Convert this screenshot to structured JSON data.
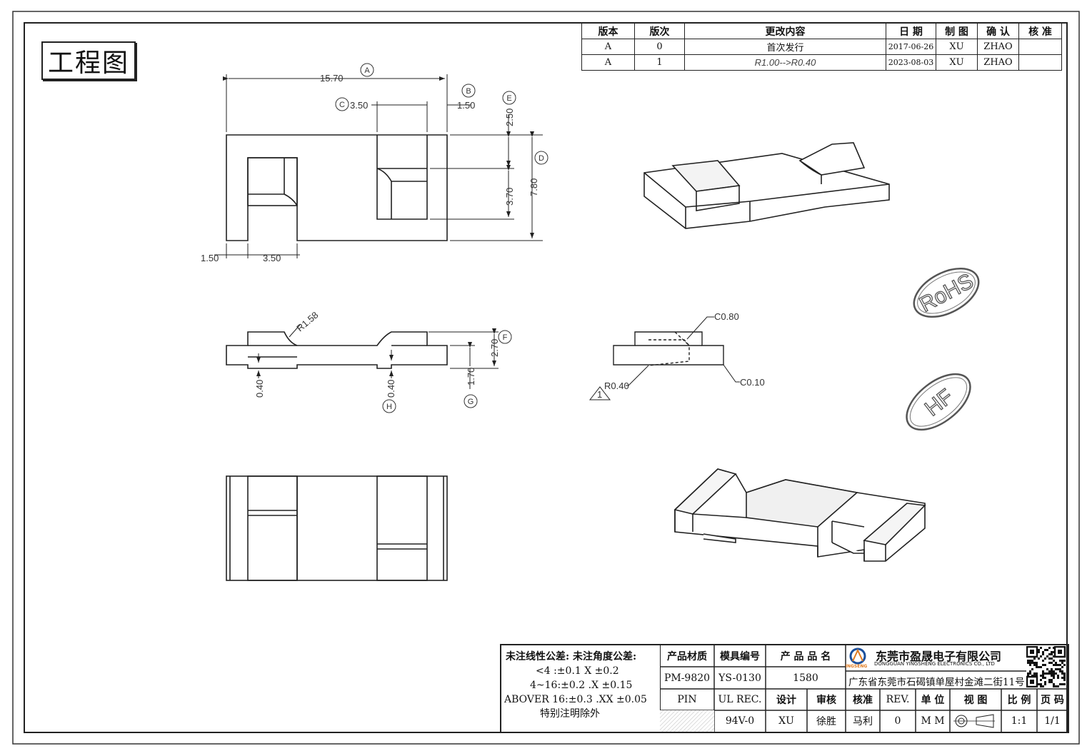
{
  "title": "工程图",
  "revision_table": {
    "headers": [
      "版本",
      "版次",
      "更改内容",
      "日 期",
      "制 图",
      "确 认",
      "核 准"
    ],
    "rows": [
      [
        "A",
        "0",
        "首次发行",
        "2017-06-26",
        "XU",
        "ZHAO",
        ""
      ],
      [
        "A",
        "1",
        "R1.00-->R0.40",
        "2023-08-03",
        "XU",
        "ZHAO",
        ""
      ]
    ]
  },
  "dimensions": {
    "A": "15.70",
    "B": "1.50",
    "C": "3.50",
    "D": "7.80",
    "E": "2.50",
    "mid": "3.70",
    "left_w": "1.50",
    "left_gap": "3.50",
    "R": "R1.58",
    "F": "2.70",
    "G": "1.70",
    "H": "0.40",
    "h_left": "0.40",
    "c080": "C0.80",
    "r040": "R0.40",
    "c010": "C0.10",
    "note": "1"
  },
  "dim_letters": [
    "A",
    "B",
    "C",
    "D",
    "E",
    "F",
    "G",
    "H"
  ],
  "stamps": {
    "rohs": "RoHS",
    "hf": "HF"
  },
  "title_block": {
    "tol_title": "未注线性公差:  未注角度公差:",
    "tol_lines": [
      "<4 :±0.1  X ±0.2",
      "4~16:±0.2  .X ±0.15",
      "ABOVER 16:±0.3  .XX ±0.05"
    ],
    "tol_note": "特别注明除外",
    "headers1": [
      "产品材质",
      "模具编号",
      "产 品 品 名"
    ],
    "values1": [
      "PM-9820",
      "YS-0130",
      "1580"
    ],
    "headers2": [
      "PIN",
      "UL REC.",
      "设计",
      "审核",
      "核准",
      "REV.",
      "单 位",
      "视 图",
      "比 例",
      "页 码"
    ],
    "values2": [
      "",
      "94V-0",
      "XU",
      "徐胜",
      "马利",
      "0",
      "M M",
      "",
      "1:1",
      "1/1"
    ],
    "company_cn": "东莞市盈晟电子有限公司",
    "company_en": "DONGGUAN YINGSHENG ELECTRONICS CO., LTD",
    "address": "广东省东莞市石碣镇单屋村金滩二街11号",
    "logo_text": "INGSENG"
  }
}
